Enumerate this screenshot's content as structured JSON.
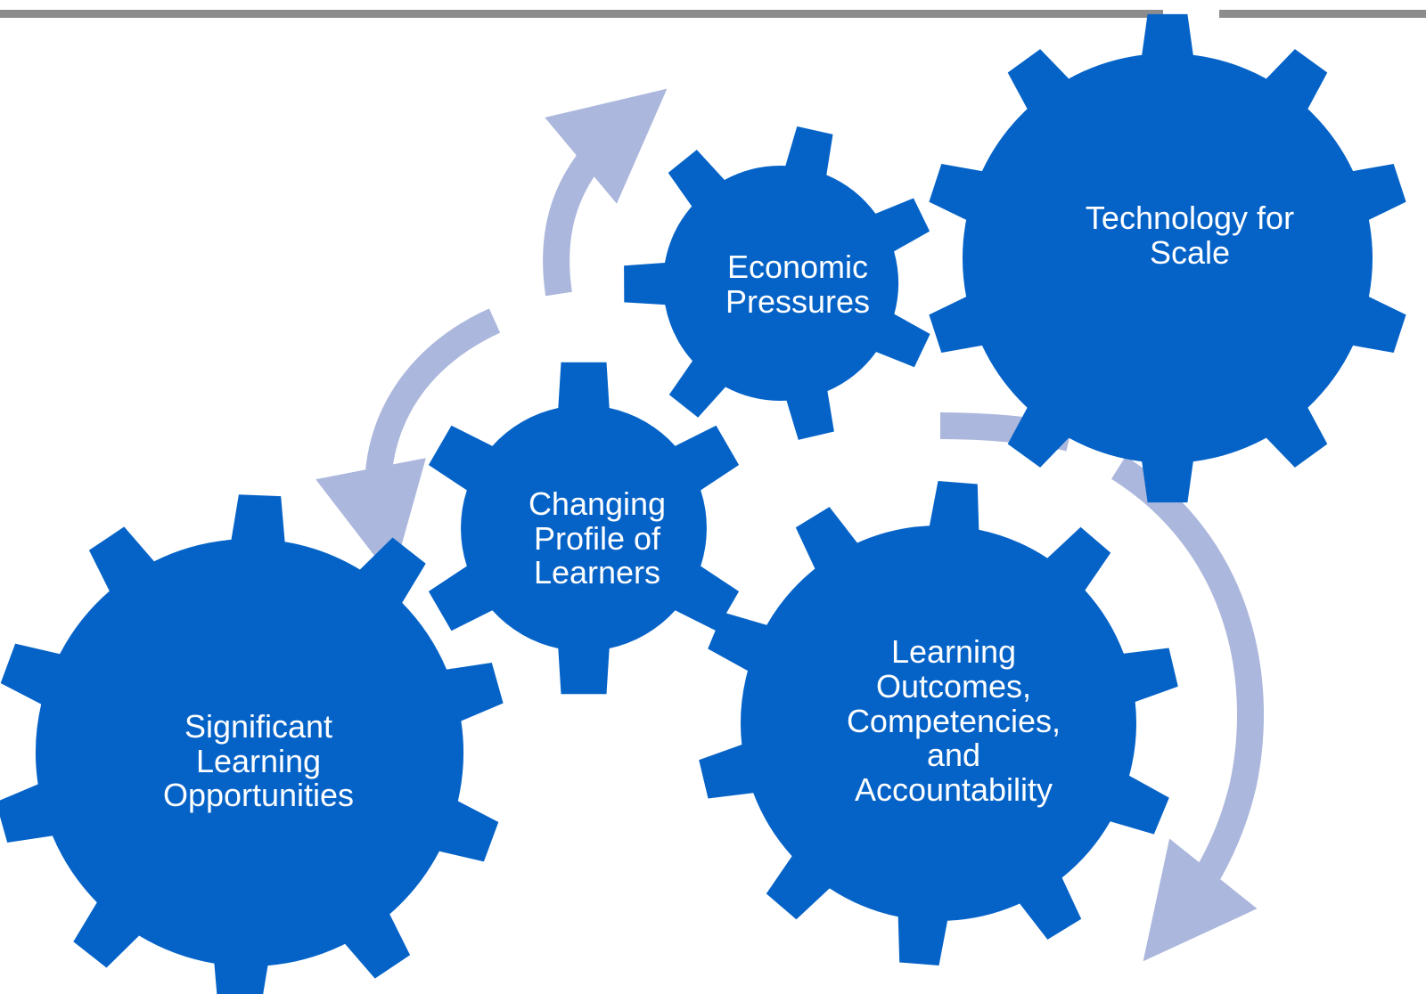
{
  "colors": {
    "gear": "#0563C8",
    "arrow": "#ABB7DC",
    "header_bar": "#8C8C8C",
    "text": "#FFFFFF"
  },
  "gears": [
    {
      "id": "technology",
      "label": "Technology for\nScale"
    },
    {
      "id": "economic",
      "label": "Economic\nPressures"
    },
    {
      "id": "changing",
      "label": "Changing\nProfile of\nLearners"
    },
    {
      "id": "outcomes",
      "label": "Learning\nOutcomes,\nCompetencies,\nand\nAccountability"
    },
    {
      "id": "significant",
      "label": "Significant\nLearning\nOpportunities"
    }
  ]
}
